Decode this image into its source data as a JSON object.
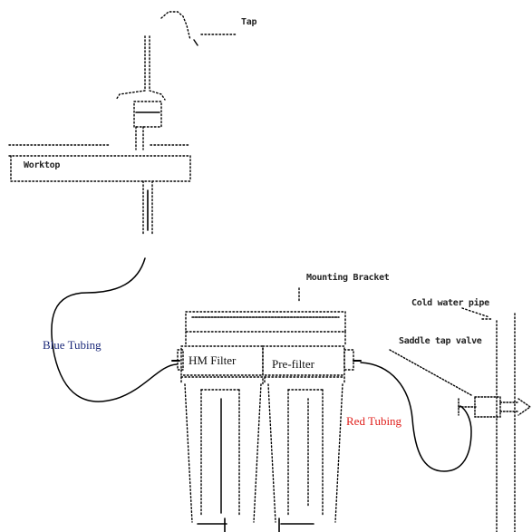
{
  "labels": {
    "tap": "Tap",
    "worktop": "Worktop",
    "mounting_bracket": "Mounting Bracket",
    "cold_water_pipe": "Cold water pipe",
    "saddle_tap_valve": "Saddle tap valve",
    "blue_tubing": "Blue Tubing",
    "hm_filter": "HM Filter",
    "pre_filter": "Pre-filter",
    "red_tubing": "Red Tubing"
  },
  "colors": {
    "blue_tubing": "#1c2a7a",
    "red_tubing": "#e0201c",
    "line": "#000000"
  }
}
